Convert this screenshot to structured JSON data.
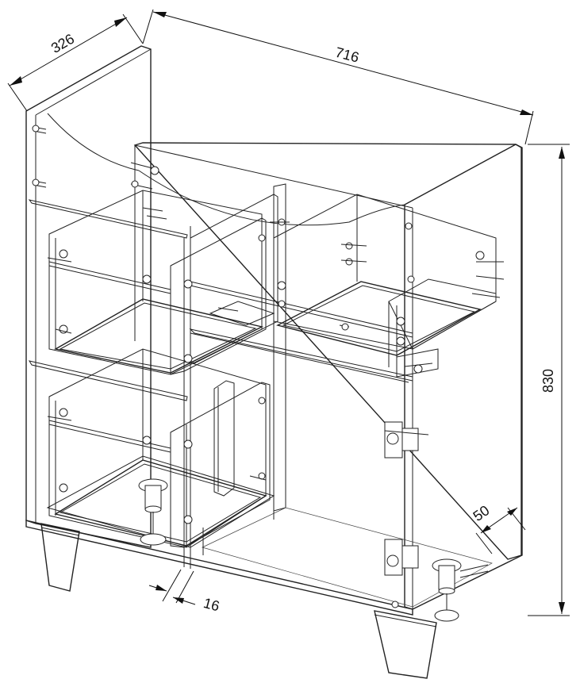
{
  "dimensions": {
    "depth": "326",
    "width": "716",
    "height": "830",
    "offset": "50",
    "thickness": "16"
  }
}
